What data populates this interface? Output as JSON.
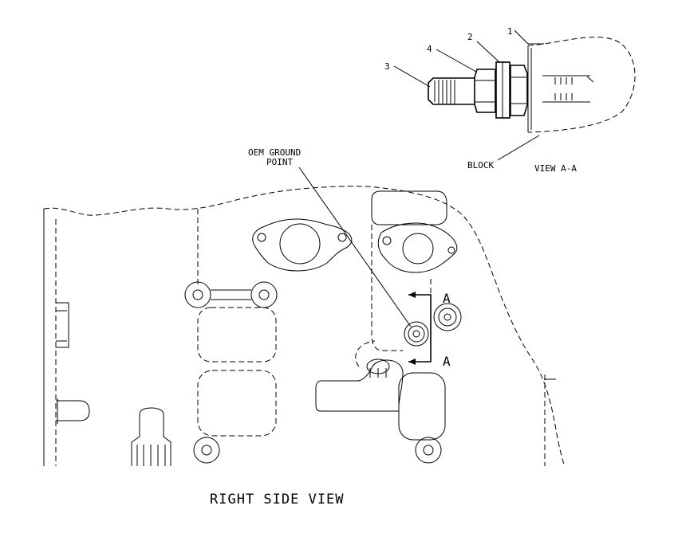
{
  "diagram": {
    "title": "RIGHT SIDE VIEW",
    "callouts": {
      "oem_ground_line1": "OEM GROUND",
      "oem_ground_line2": "POINT",
      "section_marker_top": "A",
      "section_marker_bottom": "A"
    },
    "detail_view": {
      "title": "VIEW A-A",
      "block_label": "BLOCK",
      "part_numbers": [
        "1",
        "2",
        "3",
        "4"
      ]
    }
  },
  "colors": {
    "line": "#000000",
    "background": "#ffffff"
  }
}
